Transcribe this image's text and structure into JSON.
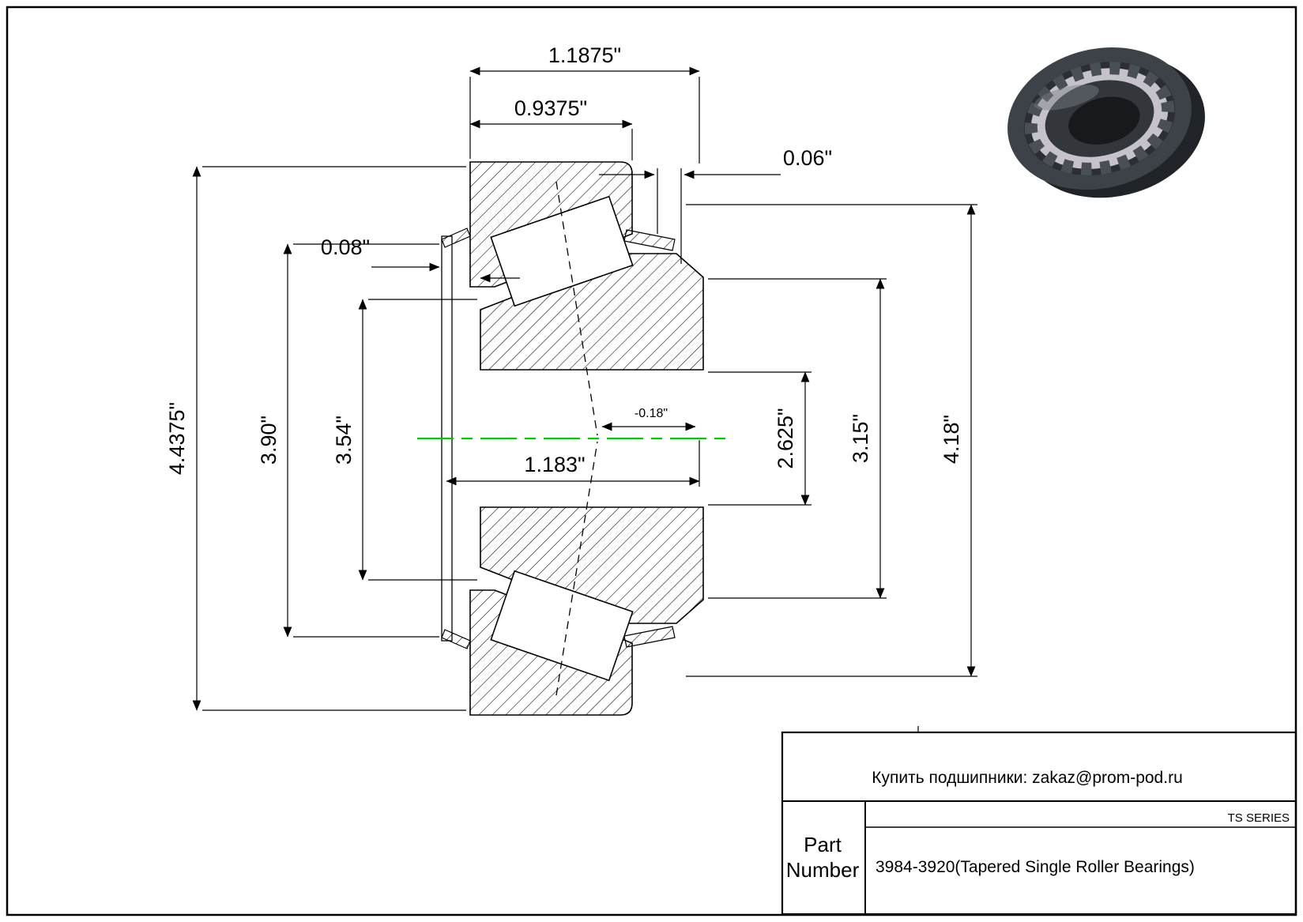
{
  "sheet": {
    "background": "#ffffff",
    "line_color": "#000000",
    "centerline_color": "#00cc00"
  },
  "dims": {
    "w_cup": "1.1875\"",
    "w_cone": "0.9375\"",
    "gap_top": "0.06\"",
    "gap_left": "0.08\"",
    "od": "4.4375\"",
    "d_390": "3.90\"",
    "d_354": "3.54\"",
    "len_1183": "1.183\"",
    "off_018": "-0.18\"",
    "d_2625": "2.625\"",
    "d_315": "3.15\"",
    "d_418": "4.18\""
  },
  "title_block": {
    "contact": "Купить подшипники: zakaz@prom-pod.ru",
    "series": "TS SERIES",
    "part_label_1": "Part",
    "part_label_2": "Number",
    "part_value": "3984-3920(Tapered Single Roller Bearings)"
  }
}
